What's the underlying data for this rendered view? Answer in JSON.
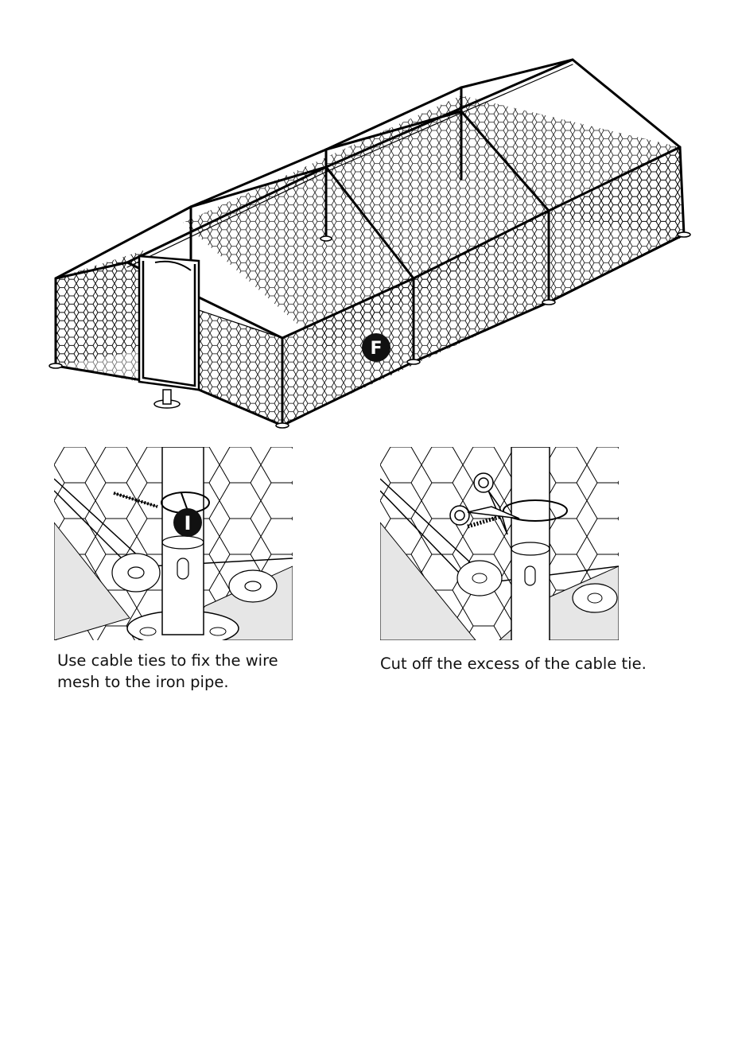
{
  "main_figure": {
    "part_label": "F"
  },
  "detail_left": {
    "part_label": "I",
    "caption": "Use cable ties to fix the wire mesh to the iron pipe."
  },
  "detail_right": {
    "caption": "Cut off the excess of the cable tie."
  },
  "colors": {
    "line": "#000000",
    "floor": "#e6e6e6",
    "marker": "#111111"
  }
}
